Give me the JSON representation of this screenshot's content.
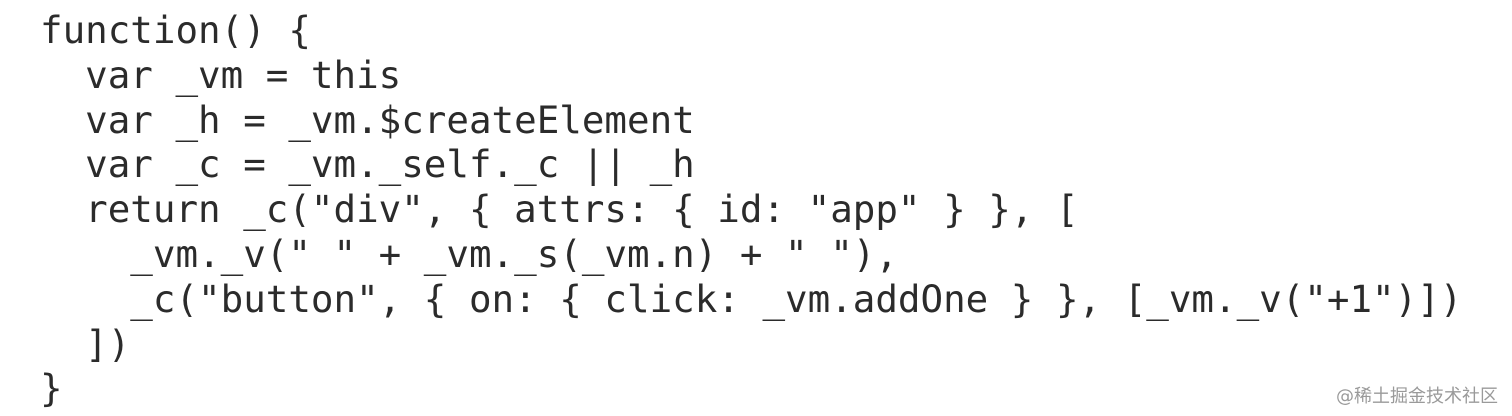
{
  "code": {
    "lines": [
      "function() {",
      "  var _vm = this",
      "  var _h = _vm.$createElement",
      "  var _c = _vm._self._c || _h",
      "  return _c(\"div\", { attrs: { id: \"app\" } }, [",
      "    _vm._v(\" \" + _vm._s(_vm.n) + \" \"),",
      "    _c(\"button\", { on: { click: _vm.addOne } }, [_vm._v(\"+1\")])",
      "  ])",
      "}"
    ]
  },
  "watermark": {
    "text": "@稀土掘金技术社区"
  }
}
